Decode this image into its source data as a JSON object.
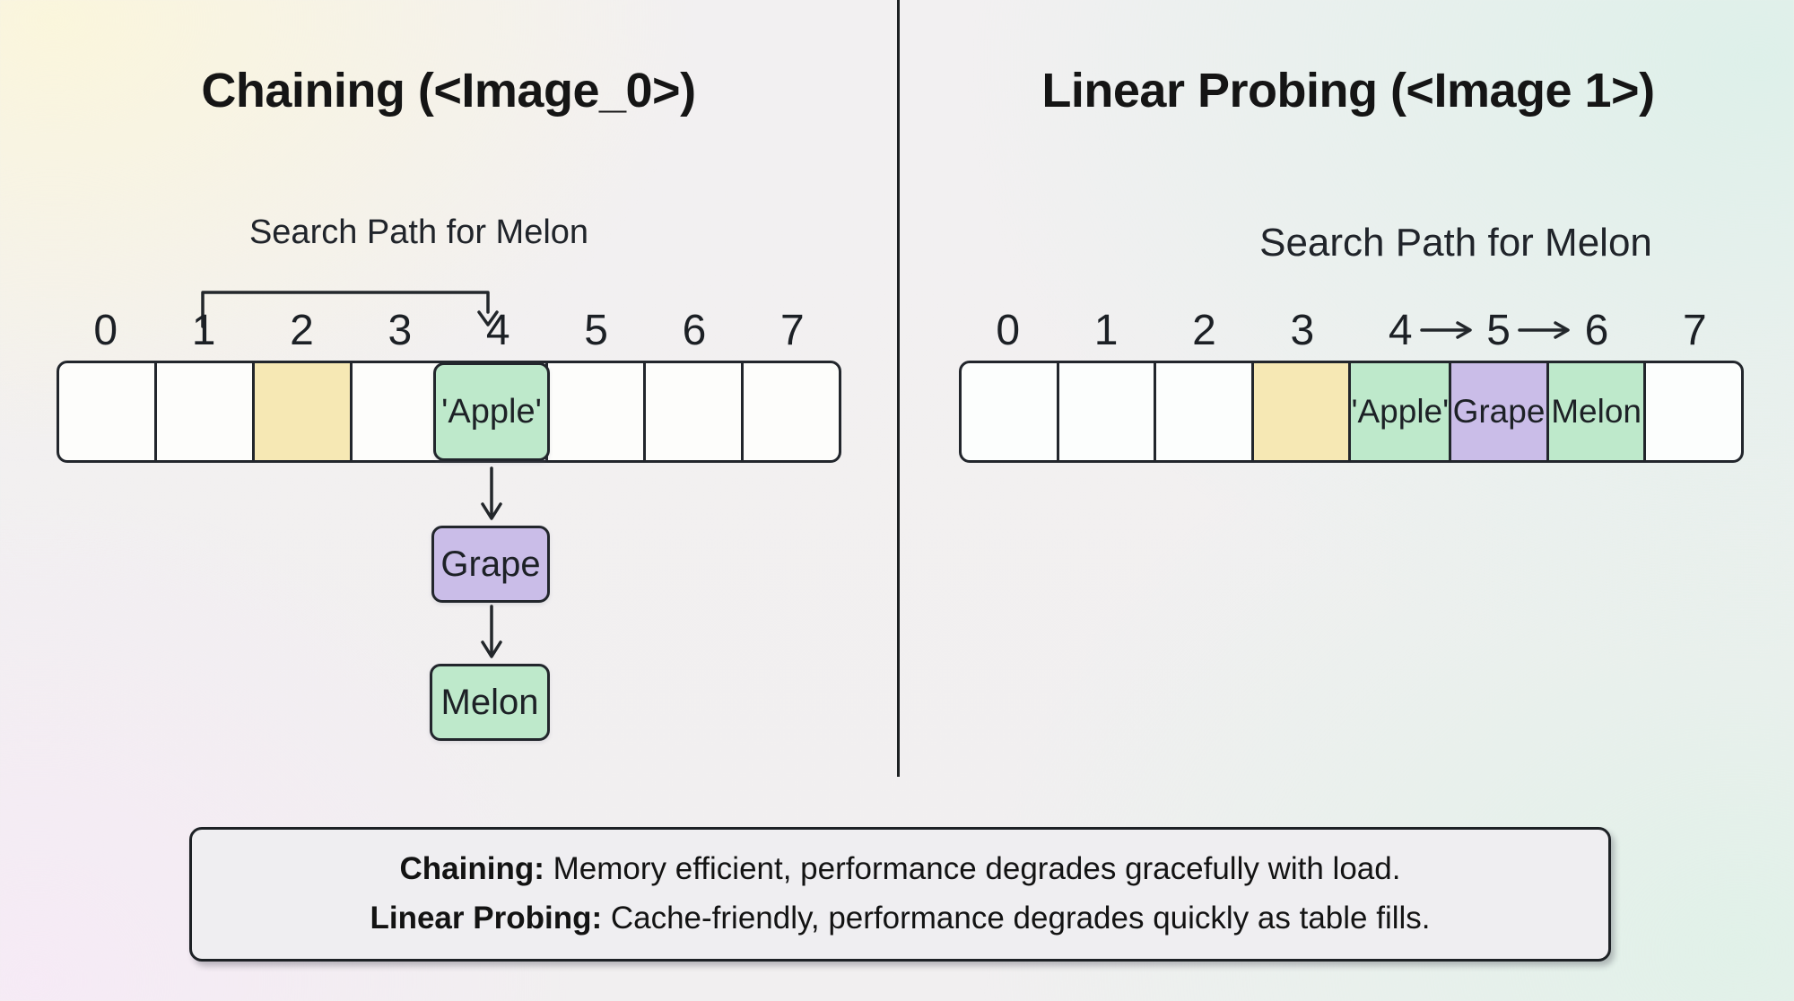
{
  "left_panel": {
    "title": "Chaining (<Image_0>)",
    "search_label": "Search Path for Melon",
    "search_path": {
      "from_index": "1",
      "to_index": "4"
    },
    "indices": [
      "0",
      "1",
      "2",
      "3",
      "4",
      "5",
      "6",
      "7"
    ],
    "cells": [
      "",
      "",
      "",
      "",
      "'Apple'",
      "",
      "",
      ""
    ],
    "highlighted_cells": {
      "yellow": [
        2
      ],
      "green": [
        4
      ]
    },
    "chain_nodes": [
      "Grape",
      "Melon"
    ]
  },
  "right_panel": {
    "title": "Linear Probing (<Image 1>)",
    "search_label": "Search Path for Melon",
    "probe_path": [
      "4",
      "5",
      "6"
    ],
    "indices": [
      "0",
      "1",
      "2",
      "3",
      "4",
      "5",
      "6",
      "7"
    ],
    "cells": [
      "",
      "",
      "",
      "",
      "'Apple'",
      "Grape",
      "Melon",
      ""
    ],
    "highlighted_cells": {
      "yellow": [
        3
      ],
      "green": [
        4,
        6
      ],
      "purple": [
        5
      ]
    }
  },
  "note": {
    "line1": {
      "lead": "Chaining:",
      "rest": " Memory efficient, performance degrades gracefully with load."
    },
    "line2": {
      "lead": "Linear Probing:",
      "rest": " Cache-friendly, performance degrades quickly as table fills."
    }
  },
  "icons": {
    "search_path_arrow": "elbow-arrow-down",
    "probe_arrow": "→",
    "chain_arrow": "↓"
  },
  "colors": {
    "cell_yellow": "#F6E8B4",
    "cell_green": "#BEE9CB",
    "cell_purple": "#CABDE8",
    "stroke": "#22262C",
    "note_bg": "#EFEEF1",
    "bg_top_left": "#FBF7E1",
    "bg_bottom_left": "#F5ECF5",
    "bg_right": "#E2F1EA"
  }
}
